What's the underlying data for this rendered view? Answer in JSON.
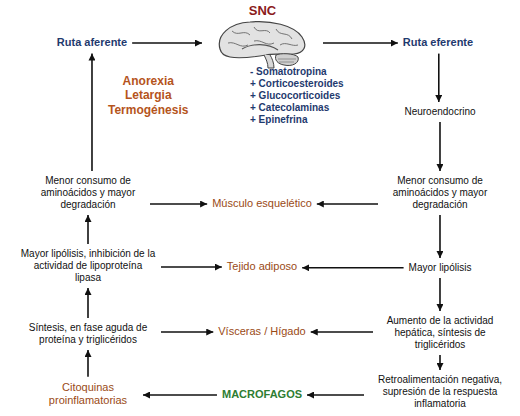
{
  "diagram": {
    "nodes": [
      {
        "text": [
          "SNC"
        ]
      },
      {
        "text": [
          "Ruta aferente"
        ]
      },
      {
        "text": [
          "Ruta eferente"
        ]
      },
      {
        "text": [
          "Neuroendocrino"
        ]
      },
      {
        "text": [
          "Menor consumo de aminoácidos y mayor degradación"
        ]
      },
      {
        "text": [
          "Músculo esquelético"
        ]
      },
      {
        "text": [
          "Menor consumo de aminoácidos y mayor degradación"
        ]
      },
      {
        "text": [
          "Mayor lipólisis, inhibición de la actividad de lipoproteína lipasa"
        ]
      },
      {
        "text": [
          "Tejido adiposo"
        ]
      },
      {
        "text": [
          "Mayor lipólisis"
        ]
      },
      {
        "text": [
          "Síntesis, en fase aguda de proteína y triglicéridos"
        ]
      },
      {
        "text": [
          "Vísceras / Hígado"
        ]
      },
      {
        "text": [
          "Aumento de la actividad hepática, síntesis de triglicéridos"
        ]
      },
      {
        "text": [
          "Citoquinas proinflamatorias"
        ]
      },
      {
        "text": [
          "MACROFAGOS"
        ]
      },
      {
        "text": [
          "Retroalimentación negativa, supresión de la respuesta inflamatoria"
        ]
      }
    ],
    "edges": [
      {
        "from": 1,
        "to": 0,
        "arrow": "to"
      },
      {
        "from": 0,
        "to": 2,
        "arrow": "to"
      },
      {
        "from": 2,
        "to": 3,
        "arrow": "to"
      },
      {
        "from": 3,
        "to": 6,
        "arrow": "to"
      },
      {
        "from": 6,
        "to": 9,
        "arrow": "to"
      },
      {
        "from": 9,
        "to": 12,
        "arrow": "to"
      },
      {
        "from": 12,
        "to": 15,
        "arrow": "to"
      },
      {
        "from": 15,
        "to": 14,
        "arrow": "to"
      },
      {
        "from": 14,
        "to": 13,
        "arrow": "to"
      },
      {
        "from": 13,
        "to": 10,
        "arrow": "to"
      },
      {
        "from": 10,
        "to": 7,
        "arrow": "to"
      },
      {
        "from": 7,
        "to": 4,
        "arrow": "to"
      },
      {
        "from": 4,
        "to": 1,
        "arrow": "to"
      },
      {
        "from": 4,
        "to": 5,
        "arrow": "to"
      },
      {
        "from": 6,
        "to": 5,
        "arrow": "to"
      },
      {
        "from": 7,
        "to": 8,
        "arrow": "to"
      },
      {
        "from": 9,
        "to": 8,
        "arrow": "to"
      },
      {
        "from": 10,
        "to": 11,
        "arrow": "to"
      },
      {
        "from": 12,
        "to": 11,
        "arrow": "to"
      }
    ],
    "labels": [
      "Anorexia Letargia Termogénesis",
      "- Somatotropina",
      "+ Corticoesteroides",
      "+ Glucocorticoides",
      "+ Catecolaminas",
      "+ Epinefrina"
    ]
  }
}
